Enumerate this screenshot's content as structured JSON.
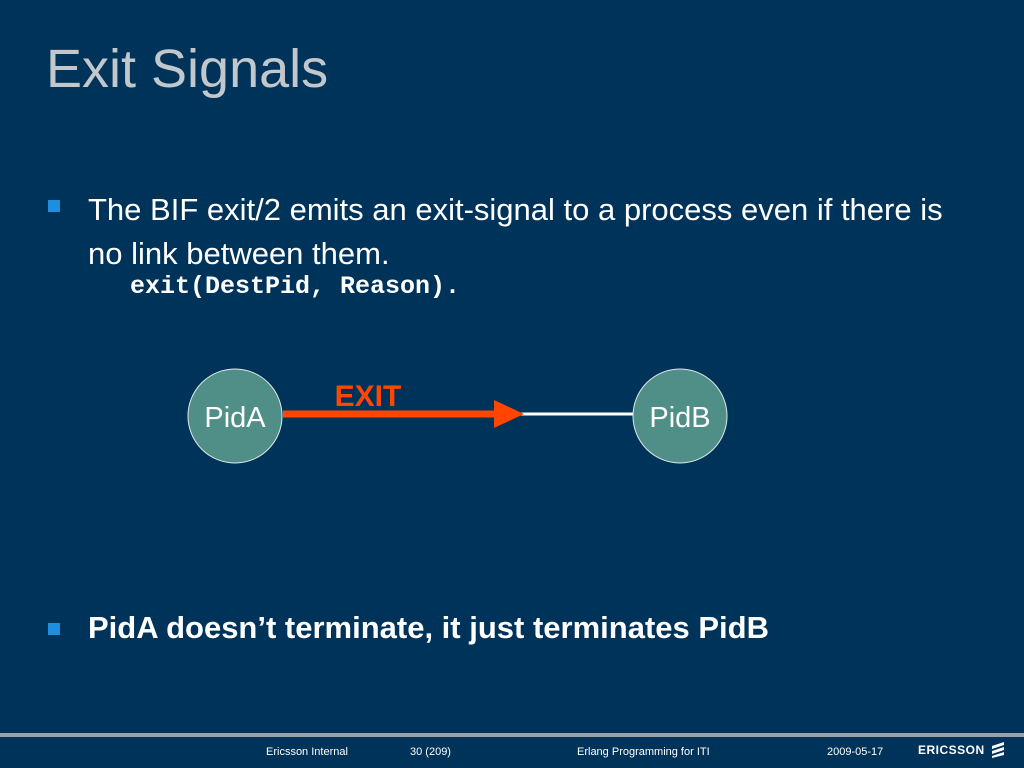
{
  "slide": {
    "title": "Exit Signals",
    "bullet1_text": "The BIF exit/2 emits an exit-signal to a process even if there is no link between them.",
    "code_line": "exit(DestPid, Reason).",
    "bullet2_text": "PidA doesn’t terminate, it just terminates PidB"
  },
  "diagram": {
    "node_a": "PidA",
    "node_b": "PidB",
    "signal_label": "EXIT",
    "colors": {
      "node_fill": "#4f8f88",
      "signal": "#ff4500",
      "link": "#ffffff"
    }
  },
  "footer": {
    "classification": "Ericsson Internal",
    "page": "30 (209)",
    "course": "Erlang Programming for ITI",
    "date": "2009-05-17",
    "logo_text": "ERICSSON",
    "logo_icon": "ericsson-logo-icon"
  }
}
